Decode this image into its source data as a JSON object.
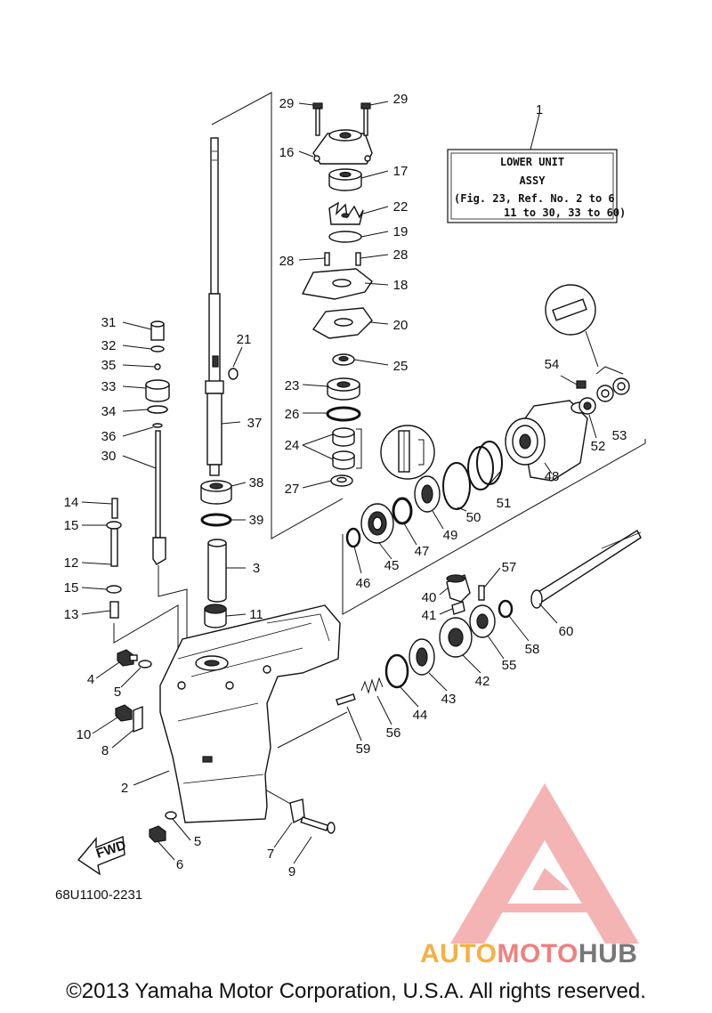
{
  "diagram": {
    "assy_box": {
      "number": "1",
      "line1": "LOWER UNIT",
      "line2": "ASSY",
      "line3": "(Fig. 23, Ref. No. 2 to 6",
      "line4": "11 to 30, 33 to 60)"
    },
    "part_code": "68U1100-2231",
    "fwd_label": "FWD",
    "callouts": [
      {
        "id": "c29a",
        "text": "29"
      },
      {
        "id": "c29b",
        "text": "29"
      },
      {
        "id": "c16",
        "text": "16"
      },
      {
        "id": "c17",
        "text": "17"
      },
      {
        "id": "c22",
        "text": "22"
      },
      {
        "id": "c19",
        "text": "19"
      },
      {
        "id": "c28a",
        "text": "28"
      },
      {
        "id": "c28b",
        "text": "28"
      },
      {
        "id": "c18",
        "text": "18"
      },
      {
        "id": "c20",
        "text": "20"
      },
      {
        "id": "c21",
        "text": "21"
      },
      {
        "id": "c25",
        "text": "25"
      },
      {
        "id": "c23",
        "text": "23"
      },
      {
        "id": "c26",
        "text": "26"
      },
      {
        "id": "c37",
        "text": "37"
      },
      {
        "id": "c24",
        "text": "24"
      },
      {
        "id": "c27",
        "text": "27"
      },
      {
        "id": "c38",
        "text": "38"
      },
      {
        "id": "c39",
        "text": "39"
      },
      {
        "id": "c3",
        "text": "3"
      },
      {
        "id": "c11",
        "text": "11"
      },
      {
        "id": "c31",
        "text": "31"
      },
      {
        "id": "c32",
        "text": "32"
      },
      {
        "id": "c35",
        "text": "35"
      },
      {
        "id": "c33",
        "text": "33"
      },
      {
        "id": "c34",
        "text": "34"
      },
      {
        "id": "c36",
        "text": "36"
      },
      {
        "id": "c30",
        "text": "30"
      },
      {
        "id": "c14",
        "text": "14"
      },
      {
        "id": "c15a",
        "text": "15"
      },
      {
        "id": "c12",
        "text": "12"
      },
      {
        "id": "c15b",
        "text": "15"
      },
      {
        "id": "c13",
        "text": "13"
      },
      {
        "id": "c4",
        "text": "4"
      },
      {
        "id": "c5a",
        "text": "5"
      },
      {
        "id": "c10",
        "text": "10"
      },
      {
        "id": "c8",
        "text": "8"
      },
      {
        "id": "c2",
        "text": "2"
      },
      {
        "id": "c5b",
        "text": "5"
      },
      {
        "id": "c6",
        "text": "6"
      },
      {
        "id": "c7",
        "text": "7"
      },
      {
        "id": "c9",
        "text": "9"
      },
      {
        "id": "c54",
        "text": "54"
      },
      {
        "id": "c52",
        "text": "52"
      },
      {
        "id": "c53",
        "text": "53"
      },
      {
        "id": "c48",
        "text": "48"
      },
      {
        "id": "c51",
        "text": "51"
      },
      {
        "id": "c50",
        "text": "50"
      },
      {
        "id": "c49",
        "text": "49"
      },
      {
        "id": "c47",
        "text": "47"
      },
      {
        "id": "c45",
        "text": "45"
      },
      {
        "id": "c46",
        "text": "46"
      },
      {
        "id": "c57",
        "text": "57"
      },
      {
        "id": "c40",
        "text": "40"
      },
      {
        "id": "c41",
        "text": "41"
      },
      {
        "id": "c60",
        "text": "60"
      },
      {
        "id": "c58",
        "text": "58"
      },
      {
        "id": "c55",
        "text": "55"
      },
      {
        "id": "c42",
        "text": "42"
      },
      {
        "id": "c43",
        "text": "43"
      },
      {
        "id": "c44",
        "text": "44"
      },
      {
        "id": "c56",
        "text": "56"
      },
      {
        "id": "c59",
        "text": "59"
      }
    ]
  },
  "watermark": {
    "part1": "AUTO",
    "part2": "MOTO",
    "part3": "HUB"
  },
  "copyright": "©2013 Yamaha Motor Corporation, U.S.A. All rights reserved."
}
